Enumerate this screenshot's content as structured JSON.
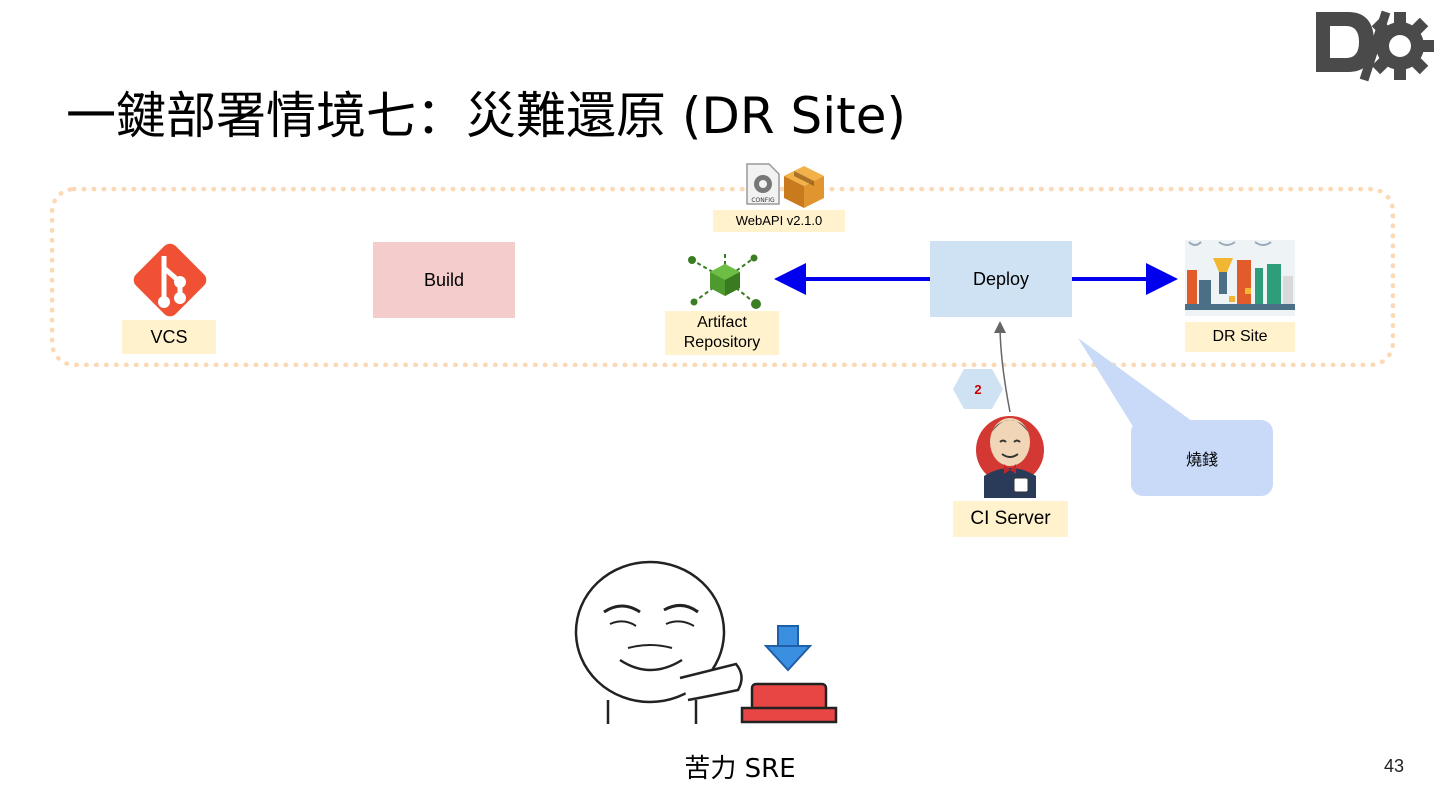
{
  "slide": {
    "title": "一鍵部署情境七：災難還原 (DR Site)",
    "page_number": "43",
    "caption": "苦力 SRE"
  },
  "logo": {
    "letter": "D"
  },
  "nodes": {
    "vcs": "VCS",
    "build": "Build",
    "artifact": "Artifact Repository",
    "artifact_version": "WebAPI v2.1.0",
    "config_label": "CONFIG",
    "deploy": "Deploy",
    "dr_site": "DR Site",
    "ci_server": "CI Server"
  },
  "badge": {
    "number": "2"
  },
  "callout": {
    "text": "燒錢"
  },
  "colors": {
    "build_fill": "#f4cccc",
    "deploy_fill": "#cfe2f3",
    "label_fill": "#fff2cc",
    "arrow": "#0000ee",
    "callout": "#c9daf8",
    "badge": "#cfe2f3",
    "git": "#f05033"
  }
}
